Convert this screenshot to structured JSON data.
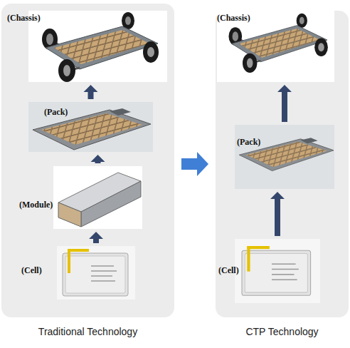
{
  "diagram": {
    "nodes": [
      {
        "text": [
          "Traditional Technology"
        ]
      },
      {
        "text": [
          "(Chassis)"
        ],
        "in": 0
      },
      {
        "text": [
          "(Pack)"
        ],
        "in": 0
      },
      {
        "text": [
          "(Module)"
        ],
        "in": 0
      },
      {
        "text": [
          "(Cell)"
        ],
        "in": 0
      },
      {
        "text": [
          "CTP Technology"
        ]
      },
      {
        "text": [
          "(Chassis)"
        ],
        "in": 5
      },
      {
        "text": [
          "(Pack)"
        ],
        "in": 5
      },
      {
        "text": [
          "(Cell)"
        ],
        "in": 5
      }
    ],
    "edges": [
      {
        "from": 4,
        "to": 3,
        "arrow": "to"
      },
      {
        "from": 3,
        "to": 2,
        "arrow": "to"
      },
      {
        "from": 2,
        "to": 1,
        "arrow": "to"
      },
      {
        "from": 8,
        "to": 7,
        "arrow": "to"
      },
      {
        "from": 7,
        "to": 6,
        "arrow": "to"
      },
      {
        "from": 0,
        "to": 5,
        "arrow": "to"
      }
    ]
  }
}
